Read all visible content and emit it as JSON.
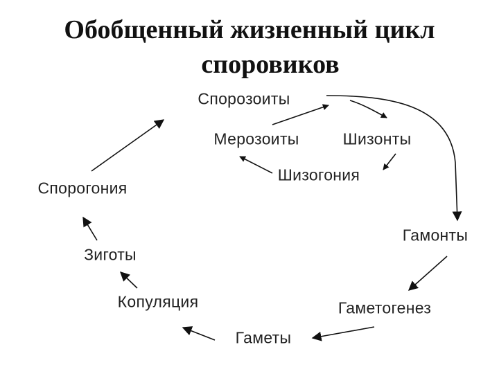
{
  "title": {
    "line1": "Обобщенный жизненный цикл",
    "line2": "споровиков"
  },
  "nodes": {
    "sporozoites": "Спорозоиты",
    "merozoites": "Мерозоиты",
    "schizonts": "Шизонты",
    "schizogony": "Шизогония",
    "gamonts": "Гамонты",
    "gametogenesis": "Гаметогенез",
    "gametes": "Гаметы",
    "copulation": "Копуляция",
    "zygotes": "Зиготы",
    "sporogony": "Спорогония"
  },
  "colors": {
    "line": "#111111",
    "text": "#222222"
  }
}
